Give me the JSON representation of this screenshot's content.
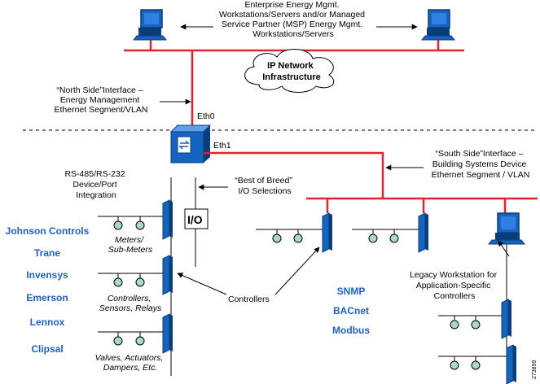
{
  "colors": {
    "network_line": "#e8202a",
    "device": "#1565c0",
    "device_dark": "#0a3d7a",
    "vendor_text": "#1f5fbf",
    "sensor_fill": "#a8d8d0",
    "cloud_fill": "#ffffff"
  },
  "top": {
    "enterprise_label": [
      "Enterprise Energy Mgmt.",
      "Workstations/Servers and/or Managed",
      "Service Partner (MSP) Energy Mgmt.",
      "Workstations/Servers"
    ],
    "cloud_label": [
      "IP Network",
      "Infrastructure"
    ]
  },
  "north": {
    "label": [
      "“North Side”Interface –",
      "Energy Management",
      "Ethernet Segment/VLAN"
    ],
    "eth0": "Eth0",
    "eth1": "Eth1"
  },
  "south": {
    "label": [
      "“South Side”Interface –",
      "Building Systems Device",
      "Ethernet Segment / VLAN"
    ]
  },
  "rs485": {
    "label": [
      "RS-485/RS-232",
      "Device/Port",
      "Integration"
    ]
  },
  "best_of_breed": {
    "label": [
      "“Best of Breed”",
      "I/O Selections"
    ],
    "io": "I/O"
  },
  "devices": {
    "meters": [
      "Meters/",
      "Sub-Meters"
    ],
    "controllers_sensors": [
      "Controllers,",
      "Sensors, Relays"
    ],
    "valves": [
      "Valves, Actuators,",
      "Dampers, Etc."
    ],
    "controllers_label": "Controllers"
  },
  "legacy": {
    "label": [
      "Legacy Workstation for",
      "Application-Specific",
      "Controllers"
    ]
  },
  "vendors": [
    "Johnson Controls",
    "Trane",
    "Invensys",
    "Emerson",
    "Lennox",
    "Clipsal"
  ],
  "protocols": [
    "SNMP",
    "BACnet",
    "Modbus"
  ],
  "figure_id": "273899"
}
